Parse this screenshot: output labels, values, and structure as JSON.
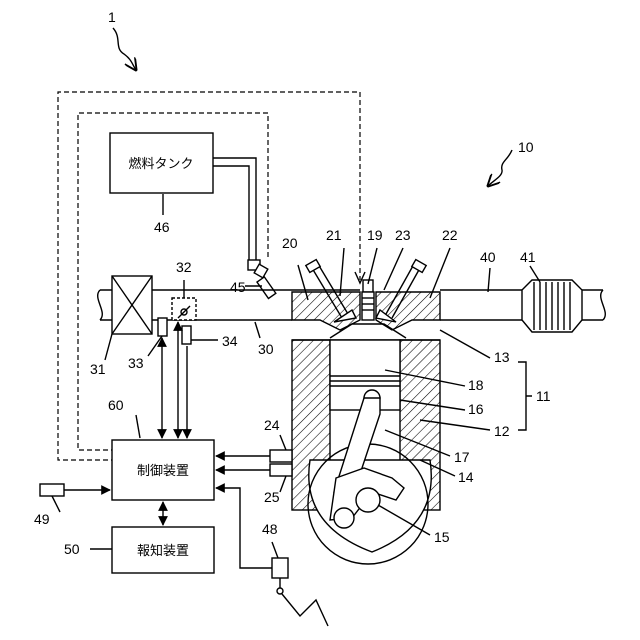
{
  "components": {
    "fuel_tank": "燃料タンク",
    "control_device": "制御装置",
    "notification_device": "報知装置"
  },
  "reference_numerals": {
    "r1": "1",
    "r10": "10",
    "r11": "11",
    "r12": "12",
    "r13": "13",
    "r14": "14",
    "r15": "15",
    "r16": "16",
    "r17": "17",
    "r18": "18",
    "r19": "19",
    "r20": "20",
    "r21": "21",
    "r22": "22",
    "r23": "23",
    "r24": "24",
    "r25": "25",
    "r30": "30",
    "r31": "31",
    "r32": "32",
    "r33": "33",
    "r34": "34",
    "r40": "40",
    "r41": "41",
    "r45": "45",
    "r46": "46",
    "r48": "48",
    "r49": "49",
    "r50": "50",
    "r60": "60"
  }
}
